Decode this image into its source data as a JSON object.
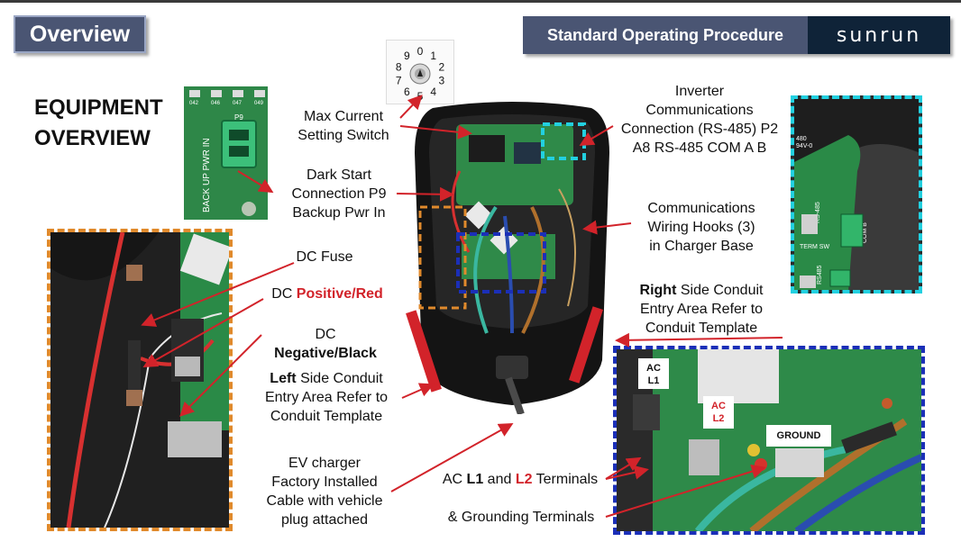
{
  "header": {
    "section": "Overview",
    "sop_title": "Standard Operating Procedure",
    "brand_logo": "sunrun"
  },
  "title": {
    "line1": "EQUIPMENT",
    "line2": "OVERVIEW"
  },
  "dial_digits": [
    "0",
    "1",
    "2",
    "3",
    "4",
    "5",
    "6",
    "7",
    "8",
    "9"
  ],
  "pcb_inset": {
    "pins": [
      "042",
      "046",
      "047",
      "049"
    ],
    "connector": "P9",
    "silk_text": "BACK UP PWR IN"
  },
  "comm_inset": {
    "silk": [
      "480",
      "94V-0",
      "RS-485",
      "TERM SW",
      "COM B",
      "RS485"
    ]
  },
  "callouts": {
    "max_current": [
      "Max Current",
      "Setting Switch"
    ],
    "dark_start": [
      "Dark Start",
      "Connection P9",
      "Backup Pwr In"
    ],
    "inverter_comms": [
      "Inverter",
      "Communications",
      "Connection (RS-485) P2",
      "A8 RS-485 COM A B"
    ],
    "comm_hooks": [
      "Communications",
      "Wiring Hooks (3)",
      "in Charger Base"
    ],
    "dc_fuse": "DC Fuse",
    "dc_positive": {
      "prefix": "DC ",
      "emph": "Positive/Red"
    },
    "dc_negative": {
      "line1": "DC",
      "emph": "Negative/Black"
    },
    "left_conduit": {
      "emph": "Left",
      "rest": " Side Conduit",
      "line2": "Entry Area Refer to",
      "line3": "Conduit Template"
    },
    "right_conduit": {
      "emph": "Right",
      "rest": " Side Conduit",
      "line2": "Entry Area Refer to",
      "line3": "Conduit Template"
    },
    "ev_cable": [
      "EV charger",
      "Factory Installed",
      "Cable with vehicle",
      "plug attached"
    ],
    "ac_terminals": {
      "prefix": "AC ",
      "l1": "L1",
      "and": " and ",
      "l2": "L2",
      "suffix": " Terminals"
    },
    "grounding": "& Grounding Terminals"
  },
  "terminal_labels": {
    "ac_l1": [
      "AC",
      "L1"
    ],
    "ac_l2": [
      "AC",
      "L2"
    ],
    "ground": "GROUND"
  },
  "colors": {
    "badge": "#4a5573",
    "logo_bg": "#0f2338",
    "arrow_red": "#d2232a",
    "orange_dash": "#e08a2c",
    "cyan_dash": "#22d0e0",
    "blue_dash": "#1b2fb8",
    "pcb_green": "#1f7a3a"
  }
}
